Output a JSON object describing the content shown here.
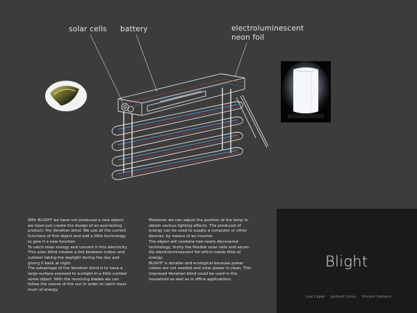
{
  "labels": {
    "solar_cells": "solar cells",
    "battery": "battery",
    "foil_line1": "electroluminescent",
    "foil_line2": "neon foil"
  },
  "text_left": [
    "With BLIGHT we have not produced a new object;",
    "we have just create the design of an everlasting",
    "product: the Venetian blind. We use all the current",
    "functions of this object and add a little technology",
    "to give it a new function.",
    "To catch solar energy and convert it into electricity.",
    "This solar blind creates a link between indoor and",
    "outdoor taking the daylight during the day and",
    "giving it back at night.",
    "The advantage of the Venetian blind is to have a",
    "large surface exposed to sunlight in a little cumber",
    "some object. With the revolving blades we can",
    "follow the course of the sun in order to catch maxi-",
    "mum of energy."
  ],
  "text_right": [
    "Moreover we can adjust the position of the lamp to",
    "obtain various lighting effects. The produced of",
    "energy can be used to supply a computer or other",
    "devices, by means of an inverter.",
    "The object will combine two newly discovered",
    "technology, firstly the flexible solar cells and secon-",
    "dly electroluminescent foil which needs little of",
    "energy.",
    "BLIGHT is durable and ecological because power",
    "cables are not needed and solar power is clean. This",
    "improved Venetian blind could be used in the",
    "household as well as in office applications."
  ],
  "brand": {
    "title": "Blight",
    "authors": [
      "Lise Capet",
      "Jackard Cornu",
      "Vincent Gerkens"
    ]
  },
  "colors": {
    "background": "#3c3c3c",
    "brand_box": "#1b1a1a",
    "line": "#e0e0e0",
    "accent_blue": "#4e86b8",
    "accent_red": "#c8404f"
  }
}
